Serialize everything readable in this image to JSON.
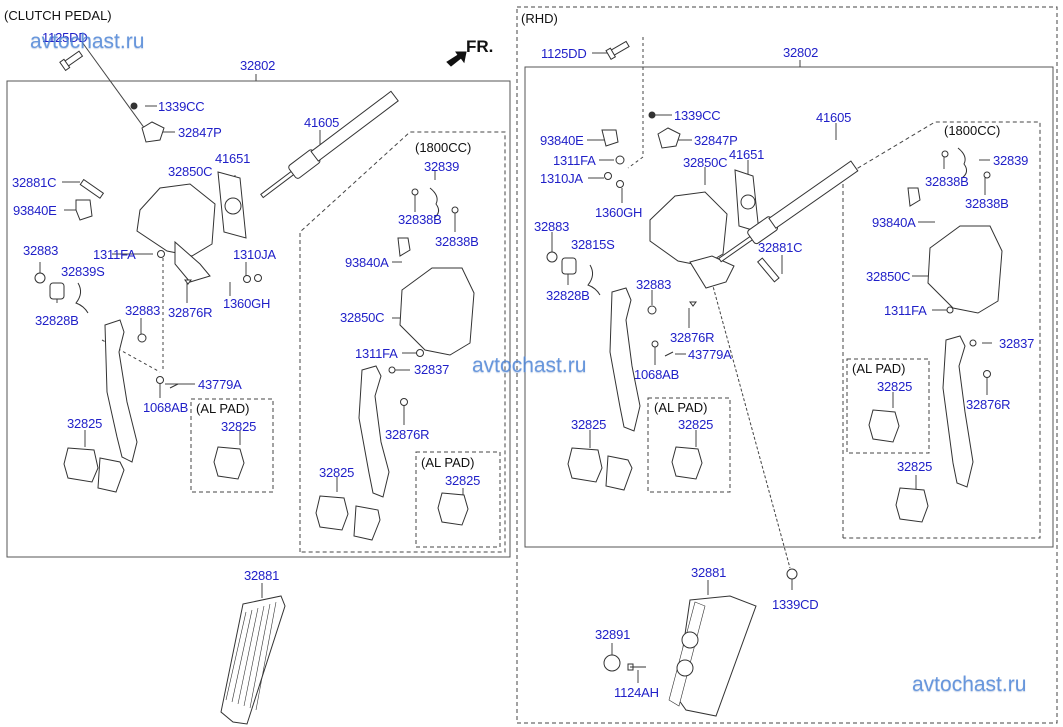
{
  "diagram": {
    "left_panel": {
      "title": "(CLUTCH PEDAL)",
      "direction_label": "FR.",
      "assembly_label": "32802",
      "sub_box_caption": "(1800CC)",
      "al_pad_caption": "(AL PAD)",
      "al_pad_caption_2": "(AL PAD)",
      "parts": [
        "1125DD",
        "1339CC",
        "32847P",
        "41651",
        "32850C",
        "32881C",
        "93840E",
        "1311FA",
        "1310JA",
        "32883",
        "32839S",
        "1360GH",
        "32828B",
        "32876R",
        "32883",
        "43779A",
        "1068AB",
        "32825",
        "32825",
        "41605",
        "32839",
        "32838B",
        "32838B",
        "93840A",
        "32850C",
        "1311FA",
        "32837",
        "32876R",
        "32825",
        "32825",
        "32881"
      ]
    },
    "right_panel": {
      "title": "(RHD)",
      "assembly_label": "32802",
      "sub_box_caption": "(1800CC)",
      "al_pad_caption": "(AL PAD)",
      "al_pad_caption_2": "(AL PAD)",
      "parts": [
        "1125DD",
        "1339CC",
        "93840E",
        "32847P",
        "1311FA",
        "32850C",
        "41651",
        "1310JA",
        "1360GH",
        "32883",
        "32815S",
        "32881C",
        "32828B",
        "32883",
        "32876R",
        "43779A",
        "1068AB",
        "32825",
        "32825",
        "41605",
        "32839",
        "32838B",
        "32838B",
        "93840A",
        "32850C",
        "1311FA",
        "32837",
        "32825",
        "32876R",
        "32825",
        "32881",
        "1339CD",
        "32891",
        "1124AH"
      ]
    },
    "watermarks": [
      "avtochast.ru",
      "avtochast.ru",
      "avtochast.ru"
    ],
    "colors": {
      "label": "#1f1fc8",
      "line": "#333333",
      "watermark": "#4d84d6"
    }
  }
}
